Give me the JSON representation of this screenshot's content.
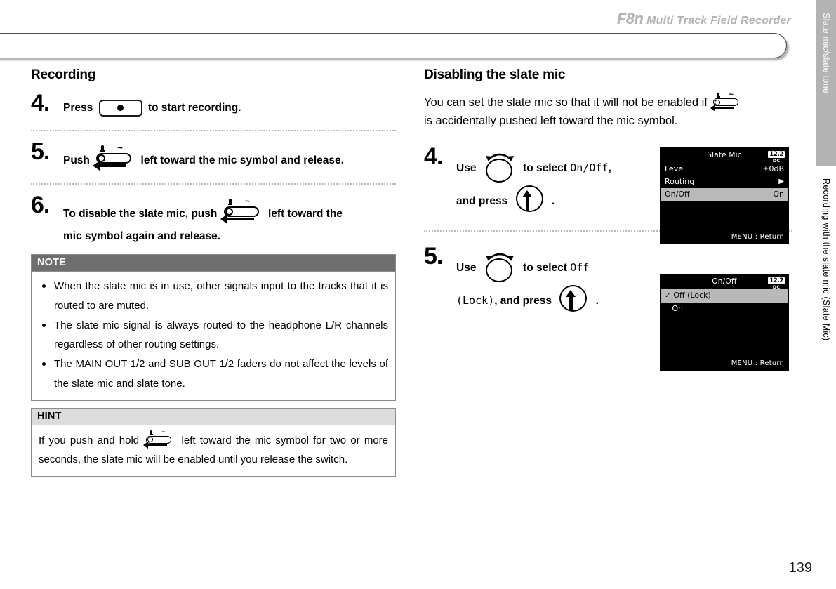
{
  "header": {
    "model": "F8n",
    "subtitle": "Multi Track Field Recorder"
  },
  "left_column": {
    "section_title": "Recording",
    "steps": [
      {
        "number": "4",
        "text_before": "Press",
        "icon": "record-button-icon",
        "text_after": "to start recording."
      },
      {
        "number": "5",
        "text_before": "Push",
        "icon": "slate-switch-icon",
        "text_after": "left toward the mic symbol and release."
      },
      {
        "number": "6",
        "text_before": "To disable the slate mic, push",
        "icon": "slate-switch-icon",
        "text_after": "left toward the",
        "text_line2": "mic symbol again and release."
      }
    ],
    "note": {
      "heading": "NOTE",
      "items": [
        "When the slate mic is in use, other signals input to the tracks that it is routed to are muted.",
        "The slate mic signal is always routed to the headphone L/R channels regardless of other routing settings.",
        "The MAIN OUT 1/2 and SUB OUT 1/2 faders do not affect the levels of the slate mic and slate tone."
      ]
    },
    "hint": {
      "heading": "HINT",
      "text_before": "If you push and hold",
      "icon": "slate-switch-icon",
      "text_after": "left toward the mic symbol for two or more seconds, the slate mic will be enabled until you release the switch."
    }
  },
  "right_column": {
    "section_title": "Disabling the slate mic",
    "intro_before": "You can set the slate mic so that it will not be enabled if",
    "intro_icon": "slate-switch-icon",
    "intro_after": "is accidentally pushed left toward the mic symbol.",
    "steps": [
      {
        "number": "4",
        "use_label": "Use",
        "dial_icon": "rotary-dial-icon",
        "select_label": "to select",
        "select_value": "On/Off",
        "comma": ",",
        "press_label": "and press",
        "press_icon": "press-dial-icon",
        "period": "."
      },
      {
        "number": "5",
        "use_label": "Use",
        "dial_icon": "rotary-dial-icon",
        "select_label": "to select",
        "select_value": "Off",
        "value_line2": "(Lock)",
        "press_label": ", and press",
        "press_icon": "press-dial-icon",
        "period": "."
      }
    ]
  },
  "lcd_screens": [
    {
      "title": "Slate Mic",
      "battery_value": "12.2",
      "battery_unit": "DC",
      "rows": [
        {
          "label": "Level",
          "value": "±0dB",
          "selected": false,
          "checked": false
        },
        {
          "label": "Routing",
          "value": "▶",
          "selected": false,
          "checked": false
        },
        {
          "label": "On/Off",
          "value": "On",
          "selected": true,
          "checked": false
        }
      ],
      "footer": "MENU : Return"
    },
    {
      "title": "On/Off",
      "battery_value": "12.2",
      "battery_unit": "DC",
      "rows": [
        {
          "label": "Off (Lock)",
          "value": "",
          "selected": true,
          "checked": true
        },
        {
          "label": "On",
          "value": "",
          "selected": false,
          "checked": false
        }
      ],
      "footer": "MENU : Return"
    }
  ],
  "index_tabs": {
    "active": "Slate mic/slate tone",
    "sub": "Recording with the slate mic (Slate Mic)"
  },
  "page_number": "139",
  "colors": {
    "note_header_bg": "#6e6e6e",
    "hint_header_bg": "#dcdcdc",
    "tab_active_bg": "#b3b3b3",
    "lcd_bg": "#000000",
    "lcd_selected_bg": "#b9b9b9",
    "header_text": "#b3b3b3"
  }
}
